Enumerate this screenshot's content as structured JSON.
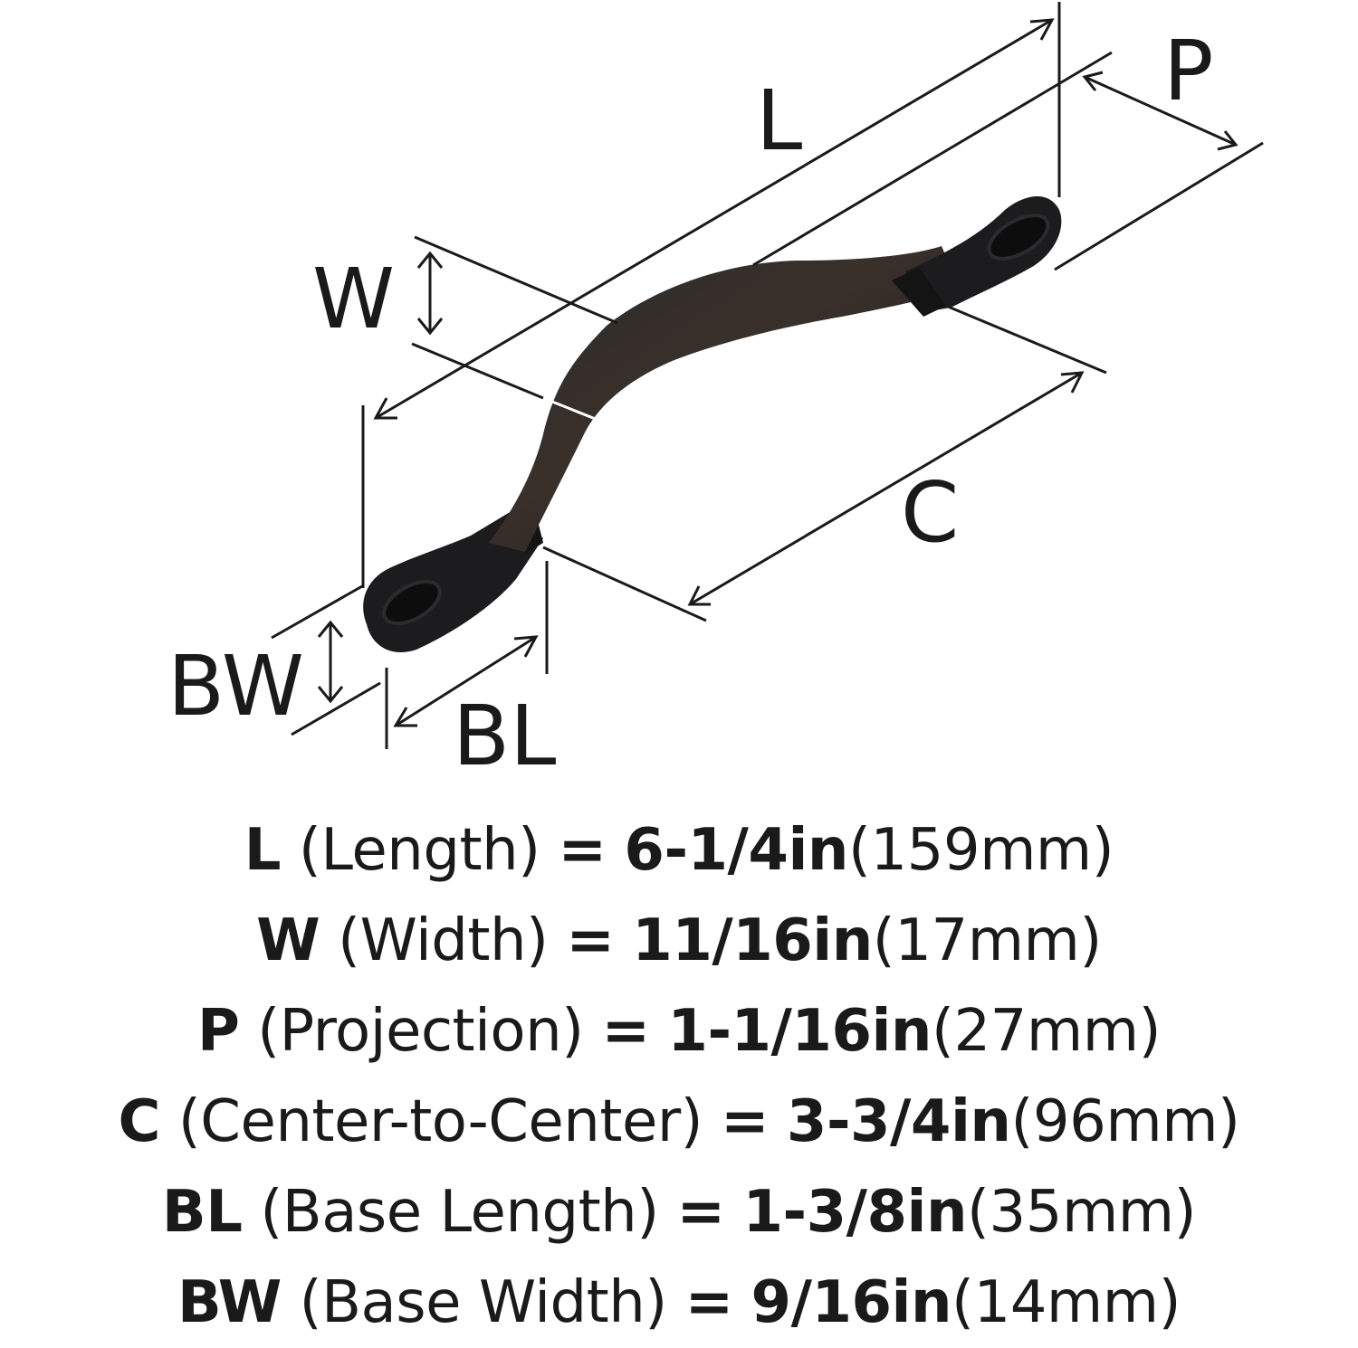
{
  "diagram": {
    "labels": {
      "L": "L",
      "W": "W",
      "P": "P",
      "C": "C",
      "BW": "BW",
      "BL": "BL"
    },
    "product_color": "#1c1c1e"
  },
  "specs": [
    {
      "symbol": "L",
      "name": "(Length)",
      "equals": "=",
      "imperial": "6-1/4in",
      "metric": "(159mm)"
    },
    {
      "symbol": "W",
      "name": "(Width)",
      "equals": "=",
      "imperial": "11/16in",
      "metric": "(17mm)"
    },
    {
      "symbol": "P",
      "name": "(Projection)",
      "equals": "=",
      "imperial": "1-1/16in",
      "metric": "(27mm)"
    },
    {
      "symbol": "C",
      "name": "(Center-to-Center)",
      "equals": "=",
      "imperial": "3-3/4in",
      "metric": "(96mm)"
    },
    {
      "symbol": "BL",
      "name": "(Base Length)",
      "equals": "=",
      "imperial": "1-3/8in",
      "metric": "(35mm)"
    },
    {
      "symbol": "BW",
      "name": "(Base Width)",
      "equals": "=",
      "imperial": "9/16in",
      "metric": "(14mm)"
    }
  ]
}
